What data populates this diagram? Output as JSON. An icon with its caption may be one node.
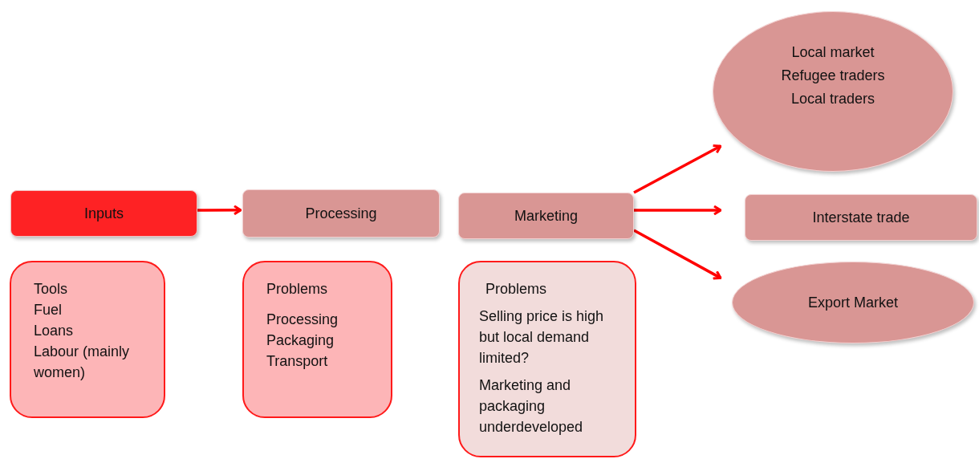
{
  "diagram": {
    "nodes": [
      {
        "text": [
          "Inputs"
        ]
      },
      {
        "text": [
          "Processing"
        ]
      },
      {
        "text": [
          "Marketing"
        ]
      },
      {
        "text": [
          "Local market",
          "Refugee traders",
          "Local traders"
        ]
      },
      {
        "text": [
          "Interstate trade"
        ]
      },
      {
        "text": [
          "Export Market"
        ]
      },
      {
        "text": [
          "Tools",
          "Fuel",
          "Loans",
          "Labour (mainly women)"
        ]
      },
      {
        "text": [
          "Problems",
          "Processing",
          "Packaging",
          "Transport"
        ]
      },
      {
        "text": [
          "Problems",
          "Selling price is high but local demand limited?",
          "Marketing and packaging underdeveloped"
        ]
      }
    ],
    "edges": [
      {
        "from": 0,
        "to": 1,
        "arrow": "to"
      },
      {
        "from": 2,
        "to": 3,
        "arrow": "to"
      },
      {
        "from": 2,
        "to": 4,
        "arrow": "to"
      },
      {
        "from": 2,
        "to": 5,
        "arrow": "to"
      }
    ]
  }
}
